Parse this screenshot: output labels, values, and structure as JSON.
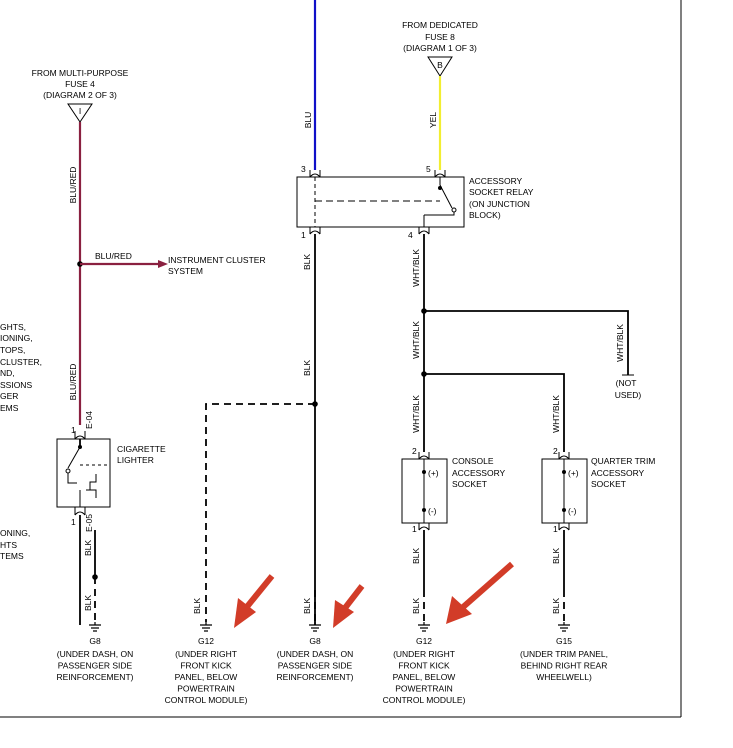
{
  "colors": {
    "blu": "#1010c8",
    "yel": "#f2ee30",
    "blured": "#8a2040",
    "arrow": "#d23c28"
  },
  "source_multi": {
    "line1": "FROM MULTI-PURPOSE",
    "line2": "FUSE 4",
    "line3": "(DIAGRAM 2 OF 3)",
    "symbol": "I"
  },
  "source_dedicated": {
    "line1": "FROM DEDICATED",
    "line2": "FUSE 8",
    "line3": "(DIAGRAM 1 OF 3)",
    "symbol": "B"
  },
  "wires": {
    "blured_top": "BLU/RED",
    "blured_branch": "BLU/RED",
    "blured_lower": "BLU/RED",
    "blu": "BLU",
    "yel": "YEL",
    "blk_relay_upper": "BLK",
    "blk_relay_lower": "BLK",
    "blk_relay_ground": "BLK",
    "blk_lighter_upper": "BLK",
    "blk_lighter_lower": "BLK",
    "blk_dashed": "BLK",
    "whtblk_1": "WHT/BLK",
    "whtblk_2": "WHT/BLK",
    "whtblk_3": "WHT/BLK",
    "whtblk_4": "WHT/BLK",
    "whtblk_5": "WHT/BLK",
    "blk_console_upper": "BLK",
    "blk_console_lower": "BLK",
    "blk_quarter_upper": "BLK",
    "blk_quarter_lower": "BLK"
  },
  "pins": {
    "relay_3": "3",
    "relay_5": "5",
    "relay_1": "1",
    "relay_4": "4",
    "lighter_1a": "1",
    "lighter_1b": "1",
    "console_2": "2",
    "console_1": "1",
    "quarter_2": "2",
    "quarter_1": "1"
  },
  "connectors": {
    "e04": "E-04",
    "e05": "E-05"
  },
  "instrument_cluster": {
    "line1": "INSTRUMENT CLUSTER",
    "line2": "SYSTEM"
  },
  "relay": {
    "line1": "ACCESSORY",
    "line2": "SOCKET RELAY",
    "line3": "(ON JUNCTION",
    "line4": "BLOCK)"
  },
  "lighter": {
    "line1": "CIGARETTE",
    "line2": "LIGHTER"
  },
  "console_socket": {
    "line1": "CONSOLE",
    "line2": "ACCESSORY",
    "line3": "SOCKET",
    "plus": "(+)",
    "minus": "(-)"
  },
  "quarter_socket": {
    "line1": "QUARTER TRIM",
    "line2": "ACCESSORY",
    "line3": "SOCKET",
    "plus": "(+)",
    "minus": "(-)"
  },
  "not_used": {
    "line1": "(NOT",
    "line2": "USED)"
  },
  "left_cutoff": {
    "a": [
      "GHTS,",
      "IONING,",
      "TOPS,",
      "CLUSTER,",
      "ND,",
      "SSIONS",
      "GER",
      "EMS"
    ],
    "b": [
      "ONING,",
      "HTS",
      "TEMS"
    ]
  },
  "grounds": [
    {
      "id": "G8",
      "lines": [
        "(UNDER DASH, ON",
        "PASSENGER SIDE",
        "REINFORCEMENT)"
      ]
    },
    {
      "id": "G12",
      "lines": [
        "(UNDER RIGHT",
        "FRONT KICK",
        "PANEL, BELOW",
        "POWERTRAIN",
        "CONTROL MODULE)"
      ]
    },
    {
      "id": "G8",
      "lines": [
        "(UNDER DASH, ON",
        "PASSENGER SIDE",
        "REINFORCEMENT)"
      ]
    },
    {
      "id": "G12",
      "lines": [
        "(UNDER RIGHT",
        "FRONT KICK",
        "PANEL, BELOW",
        "POWERTRAIN",
        "CONTROL MODULE)"
      ]
    },
    {
      "id": "G15",
      "lines": [
        "(UNDER TRIM PANEL,",
        "BEHIND RIGHT REAR",
        "WHEELWELL)"
      ]
    }
  ]
}
